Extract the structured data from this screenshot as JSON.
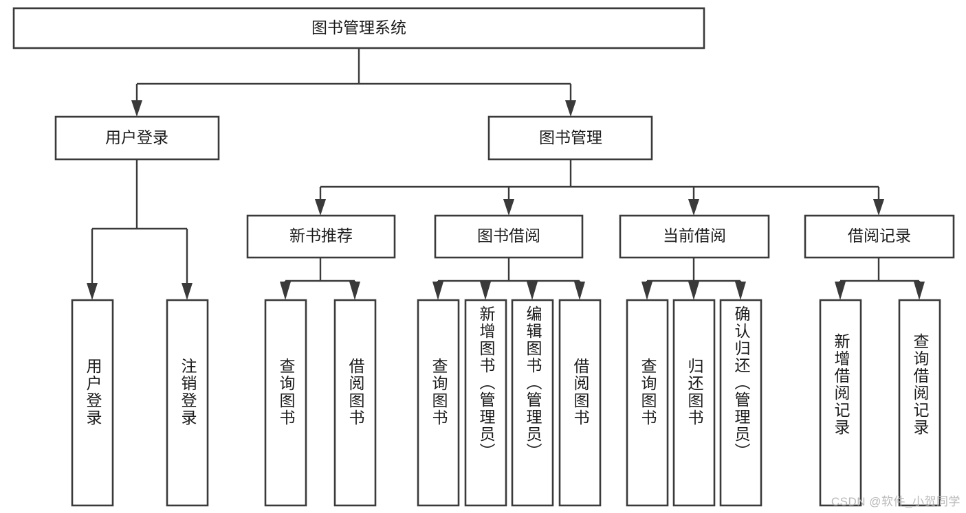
{
  "diagram": {
    "title": "图书管理系统",
    "type": "tree",
    "colors": {
      "box_stroke": "#3a3a3a",
      "box_fill": "#ffffff",
      "text": "#1b1b1b",
      "connector": "#3a3a3a",
      "watermark": "#b9b9b9",
      "background": "#ffffff"
    },
    "root": {
      "label": "图书管理系统",
      "orientation": "horizontal"
    },
    "level2": [
      {
        "label": "用户登录",
        "orientation": "horizontal"
      },
      {
        "label": "图书管理",
        "orientation": "horizontal"
      }
    ],
    "level3": [
      {
        "label": "新书推荐",
        "orientation": "horizontal",
        "parent": "图书管理"
      },
      {
        "label": "图书借阅",
        "orientation": "horizontal",
        "parent": "图书管理"
      },
      {
        "label": "当前借阅",
        "orientation": "horizontal",
        "parent": "图书管理"
      },
      {
        "label": "借阅记录",
        "orientation": "horizontal",
        "parent": "图书管理"
      }
    ],
    "leaves": [
      {
        "label": "用户登录",
        "orientation": "vertical",
        "parent": "用户登录"
      },
      {
        "label": "注销登录",
        "orientation": "vertical",
        "parent": "用户登录"
      },
      {
        "label": "查询图书",
        "orientation": "vertical",
        "parent": "新书推荐"
      },
      {
        "label": "借阅图书",
        "orientation": "vertical",
        "parent": "新书推荐"
      },
      {
        "label": "查询图书",
        "orientation": "vertical",
        "parent": "图书借阅"
      },
      {
        "label": "新增图书（管理员）",
        "orientation": "vertical",
        "parent": "图书借阅"
      },
      {
        "label": "编辑图书（管理员）",
        "orientation": "vertical",
        "parent": "图书借阅"
      },
      {
        "label": "借阅图书",
        "orientation": "vertical",
        "parent": "图书借阅"
      },
      {
        "label": "查询图书",
        "orientation": "vertical",
        "parent": "当前借阅"
      },
      {
        "label": "归还图书",
        "orientation": "vertical",
        "parent": "当前借阅"
      },
      {
        "label": "确认归还（管理员）",
        "orientation": "vertical",
        "parent": "当前借阅"
      },
      {
        "label": "新增借阅记录",
        "orientation": "vertical",
        "parent": "借阅记录"
      },
      {
        "label": "查询借阅记录",
        "orientation": "vertical",
        "parent": "借阅记录"
      }
    ]
  },
  "watermark": {
    "text": "CSDN @软件_小贺同学"
  }
}
